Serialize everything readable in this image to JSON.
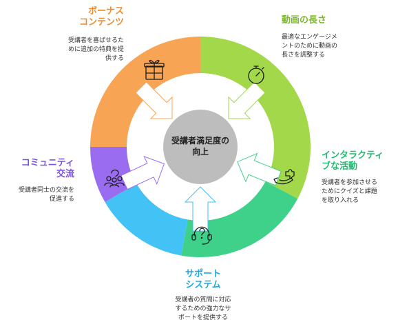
{
  "center": {
    "label": "受講者満足度の\n向上",
    "color": "#bdbdbd"
  },
  "segments": [
    {
      "id": "bonus",
      "title": "ボーナス\nコンテンツ",
      "desc": "受講者を喜ばせるた\nめに追加の特典を提\n供する",
      "color": "#f7a454",
      "title_color": "#f28a2a",
      "icon": "gift-icon"
    },
    {
      "id": "video",
      "title": "動画の長さ",
      "desc": "最適なエンゲージメ\nントのために動画の\n長さを調整する",
      "color": "#a3d84a",
      "title_color": "#7cb82f",
      "icon": "stopwatch-icon"
    },
    {
      "id": "interactive",
      "title": "インタラクティ\nブな活動",
      "desc": "受講者を参加させる\nためにクイズと課題\nを取り入れる",
      "color": "#3fd08a",
      "title_color": "#25b871",
      "icon": "puzzle-hand-icon"
    },
    {
      "id": "support",
      "title": "サポート\nシステム",
      "desc": "受講者の質問に対応\nするための強力なサ\nポートを提供する",
      "color": "#42c2f5",
      "title_color": "#1ea9e0",
      "icon": "headset-question-icon"
    },
    {
      "id": "community",
      "title": "コミュニティ\n交流",
      "desc": "受講者同士の交流を\n促進する",
      "color": "#9a6df0",
      "title_color": "#7b52e0",
      "icon": "community-icon"
    }
  ]
}
